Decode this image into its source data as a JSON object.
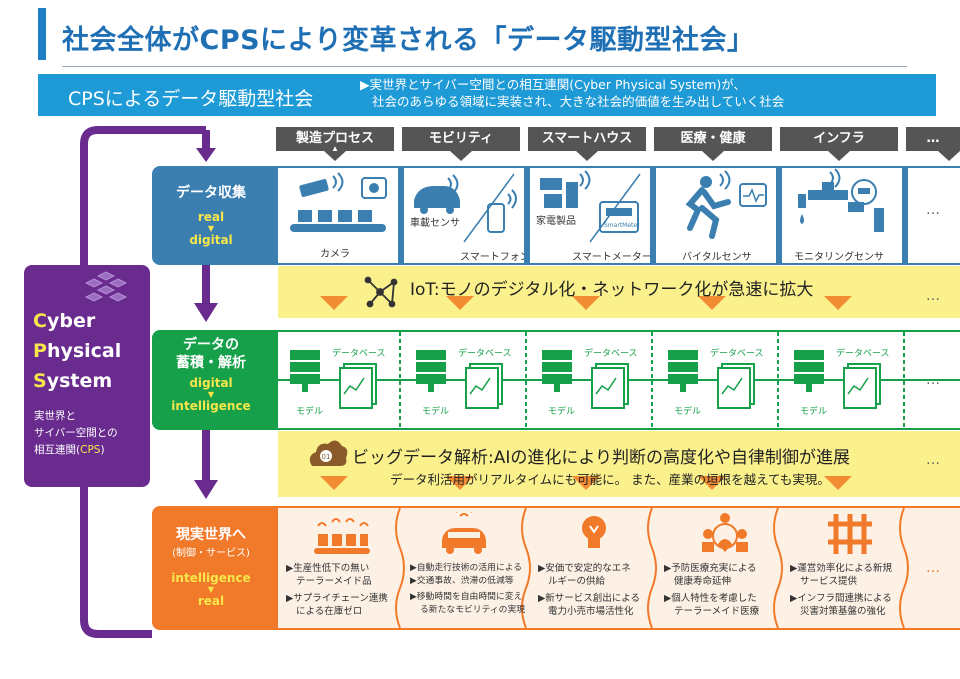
{
  "title": "社会全体がCPSにより変革される「データ駆動型社会」",
  "banner": {
    "title": "CPSによるデータ駆動型社会",
    "desc_line1": "▶実世界とサイバー空間との相互連関(Cyber Physical System)が、",
    "desc_line2": "社会のあらゆる領域に実装され、大きな社会的価値を生み出していく社会"
  },
  "categories": [
    "製造プロセス",
    "モビリティ",
    "スマートハウス",
    "医療・健康",
    "インフラ",
    "…"
  ],
  "cps_panel": {
    "line1_initial": "C",
    "line1_rest": "yber",
    "line2_initial": "P",
    "line2_rest": "hysical",
    "line3_initial": "S",
    "line3_rest": "ystem",
    "desc1": "実世界と",
    "desc2": "サイバー空間との",
    "desc3_pre": "相互連関(",
    "desc3_cps": "CPS",
    "desc3_post": ")"
  },
  "rows": {
    "collect": {
      "title": "データ収集",
      "from": "real",
      "arrow": "▼",
      "to": "digital"
    },
    "analyze": {
      "title1": "データの",
      "title2": "蓄積・解析",
      "from": "digital",
      "arrow": "▼",
      "to": "intelligence"
    },
    "real": {
      "title1": "現実世界へ",
      "title2": "(制御・サービス)",
      "from": "intelligence",
      "arrow": "▼",
      "to": "real"
    }
  },
  "sensors": {
    "camera": "カメラ",
    "car_sensor": "車載センサ",
    "smartphone": "スマートフォン",
    "appliances": "家電製品",
    "smartmeter_label": "SmartMeter",
    "smartmeter": "スマートメーター",
    "vital": "バイタルセンサ",
    "monitoring": "モニタリングセンサ",
    "more": "…"
  },
  "iot_text": "IoT:モノのデジタル化・ネットワーク化が急速に拡大",
  "db_cells": [
    {
      "db": "データベース",
      "model": "モデル"
    },
    {
      "db": "データベース",
      "model": "モデル"
    },
    {
      "db": "データベース",
      "model": "モデル"
    },
    {
      "db": "データベース",
      "model": "モデル"
    },
    {
      "db": "データベース",
      "model": "モデル"
    }
  ],
  "bigdata_text": "ビッグデータ解析:AIの進化により判断の高度化や自律制御が進展",
  "bigdata_sub": "データ利活用がリアルタイムにも可能に。 また、産業の垣根を越えても実現。",
  "services": [
    [
      "▶生産性低下の無い",
      "テーラーメイド品",
      "▶サプライチェーン連携",
      "による在庫ゼロ"
    ],
    [
      "▶自動走行技術の活用による",
      "▶交通事故、渋滞の低減等",
      "▶移動時間を自由時間に変え",
      "る新たなモビリティの実現"
    ],
    [
      "▶安価で安定的なエネ",
      "ルギーの供給",
      "▶新サービス創出による",
      "電力小売市場活性化"
    ],
    [
      "▶予防医療充実による",
      "健康寿命延伸",
      "▶個人特性を考慮した",
      "テーラーメイド医療"
    ],
    [
      "▶運営効率化による新規",
      "サービス提供",
      "▶インフラ間連携による",
      "災害対策基盤の強化"
    ]
  ],
  "colors": {
    "title": "#1f6fb5",
    "banner": "#1e9ad6",
    "category": "#555555",
    "collect": "#3a7fb0",
    "analyze": "#16a04a",
    "real": "#f07a2a",
    "yellow": "#fbf18c",
    "purple": "#6a2b8f",
    "yellow_text": "#f7e64b"
  }
}
